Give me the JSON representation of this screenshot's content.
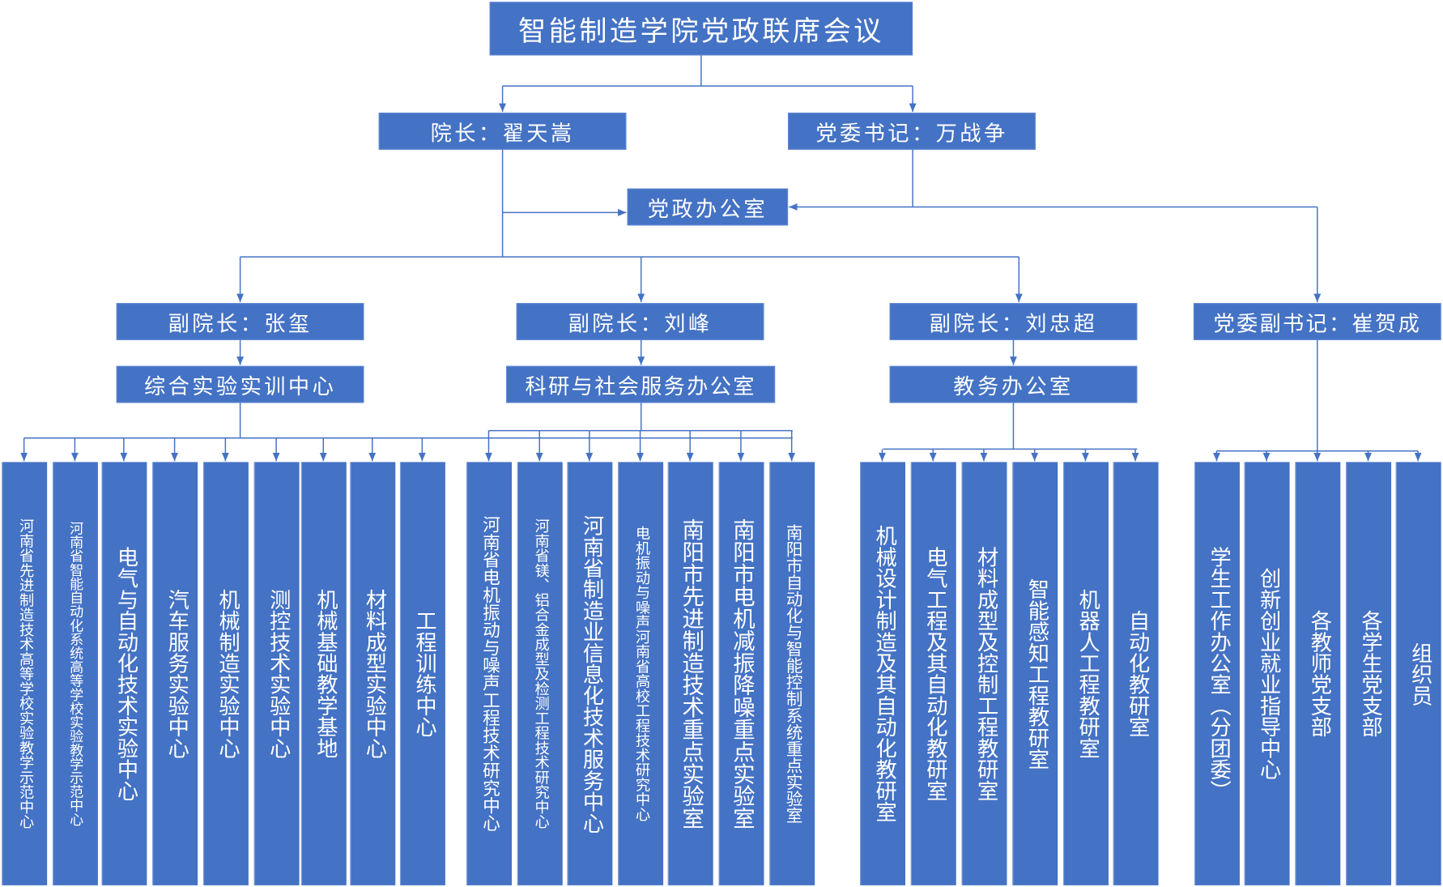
{
  "title": "智能制造学院党政联席会议",
  "dean": "院长：翟天嵩",
  "secretary": "党委书记：万战争",
  "office": "党政办公室",
  "vice_deans": [
    "副院长：张玺",
    "副院长：刘峰",
    "副院长：刘忠超",
    "党委副书记：崔贺成"
  ],
  "centers": [
    "综合实验实训中心",
    "科研与社会服务办公室",
    "教务办公室"
  ],
  "groups": [
    {
      "name": "lab-training",
      "items": [
        "河南省先进制造技术高等学校实验教学示范中心",
        "河南省智能自动化系统高等学校实验教学示范中心",
        "电气与自动化技术实验中心",
        "汽车服务实验中心",
        "机械制造实验中心",
        "测控技术实验中心",
        "机械基础教学基地",
        "材料成型实验中心",
        "工程训练中心"
      ]
    },
    {
      "name": "research",
      "items": [
        "河南省电机振动与噪声工程技术研究中心",
        "河南省镁、铝合金成型及检测工程技术研究中心",
        "河南省制造业信息化技术服务中心",
        "电机振动与噪声河南省高校工程技术研究中心",
        "南阳市先进制造技术重点实验室",
        "南阳市电机减振降噪重点实验室",
        "南阳市自动化与智能控制系统重点实验室"
      ]
    },
    {
      "name": "teaching",
      "items": [
        "机械设计制造及其自动化教研室",
        "电气工程及其自动化教研室",
        "材料成型及控制工程教研室",
        "智能感知工程教研室",
        "机器人工程教研室",
        "自动化教研室"
      ]
    },
    {
      "name": "party",
      "items": [
        "学生工作办公室（分团委）",
        "创新创业就业指导中心",
        "各教师党支部",
        "各学生党支部",
        "组织员"
      ]
    }
  ],
  "colors": {
    "box": "#4472C4",
    "line": "#4472C4"
  }
}
